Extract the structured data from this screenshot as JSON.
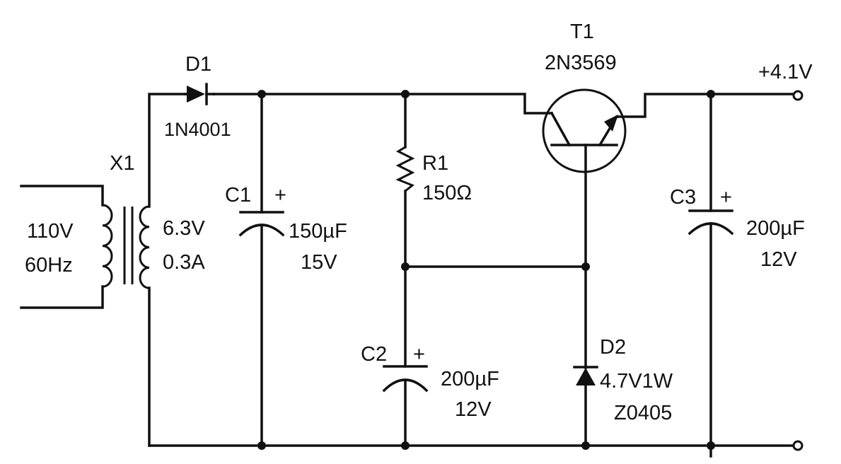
{
  "labels": {
    "x1": "X1",
    "mains_v": "110V",
    "mains_f": "60Hz",
    "sec_v": "6.3V",
    "sec_a": "0.3A",
    "d1": "D1",
    "d1_part": "1N4001",
    "c1": "C1",
    "c1_plus": "+",
    "c1_val": "150µF",
    "c1_v": "15V",
    "r1": "R1",
    "r1_val": "150Ω",
    "c2": "C2",
    "c2_plus": "+",
    "c2_val": "200µF",
    "c2_v": "12V",
    "t1": "T1",
    "t1_part": "2N3569",
    "d2": "D2",
    "d2_val": "4.7V1W",
    "d2_part": "Z0405",
    "c3": "C3",
    "c3_plus": "+",
    "c3_val": "200µF",
    "c3_v": "12V",
    "out_v": "+4.1V"
  }
}
